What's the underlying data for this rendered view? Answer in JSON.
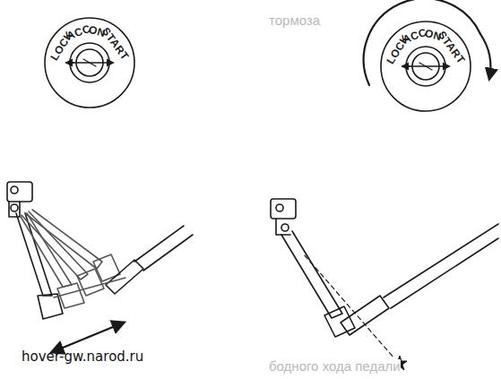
{
  "diagram": {
    "labels": [
      "LOCK",
      "ACC",
      "ON",
      "START",
      "LOCK",
      "ACC",
      "ON",
      "START",
      "тормоза",
      "бодного хода педали",
      "hover-gw.narod.ru"
    ]
  }
}
